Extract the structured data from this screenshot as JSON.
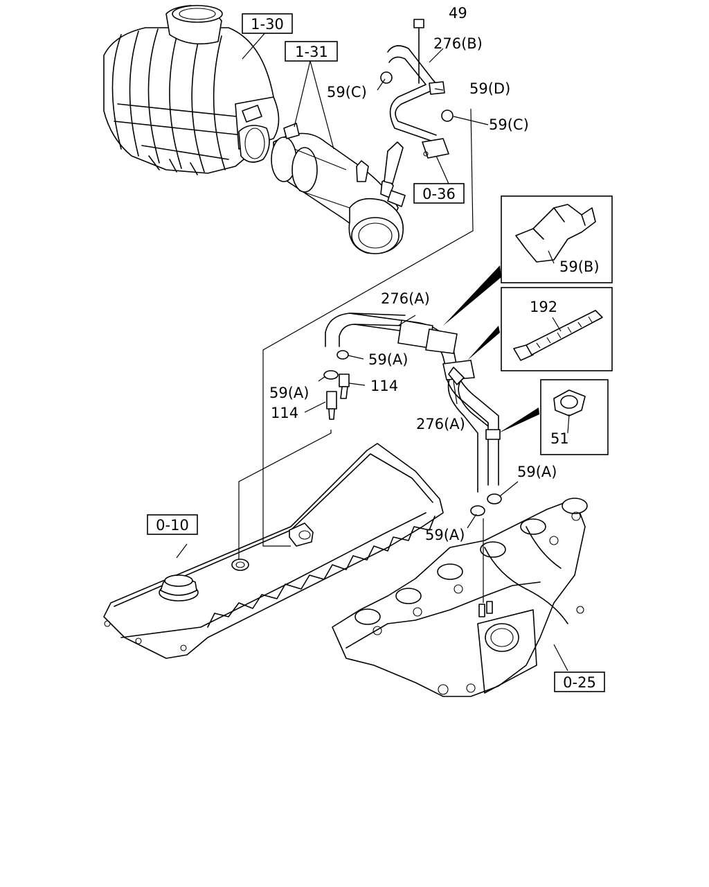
{
  "callouts": {
    "c49": "49",
    "c276b": "276(B)",
    "c59d": "59(D)",
    "c59c_left": "59(C)",
    "c59c_right": "59(C)",
    "c59b": "59(B)",
    "c192": "192",
    "c51": "51",
    "c276a_top": "276(A)",
    "c276a_mid": "276(A)",
    "c59a_1": "59(A)",
    "c59a_2": "59(A)",
    "c59a_3": "59(A)",
    "c59a_4": "59(A)",
    "c114_1": "114",
    "c114_2": "114"
  },
  "refs": {
    "r1_30": "1-30",
    "r1_31": "1-31",
    "r0_36": "0-36",
    "r0_10": "0-10",
    "r0_25": "0-25"
  }
}
